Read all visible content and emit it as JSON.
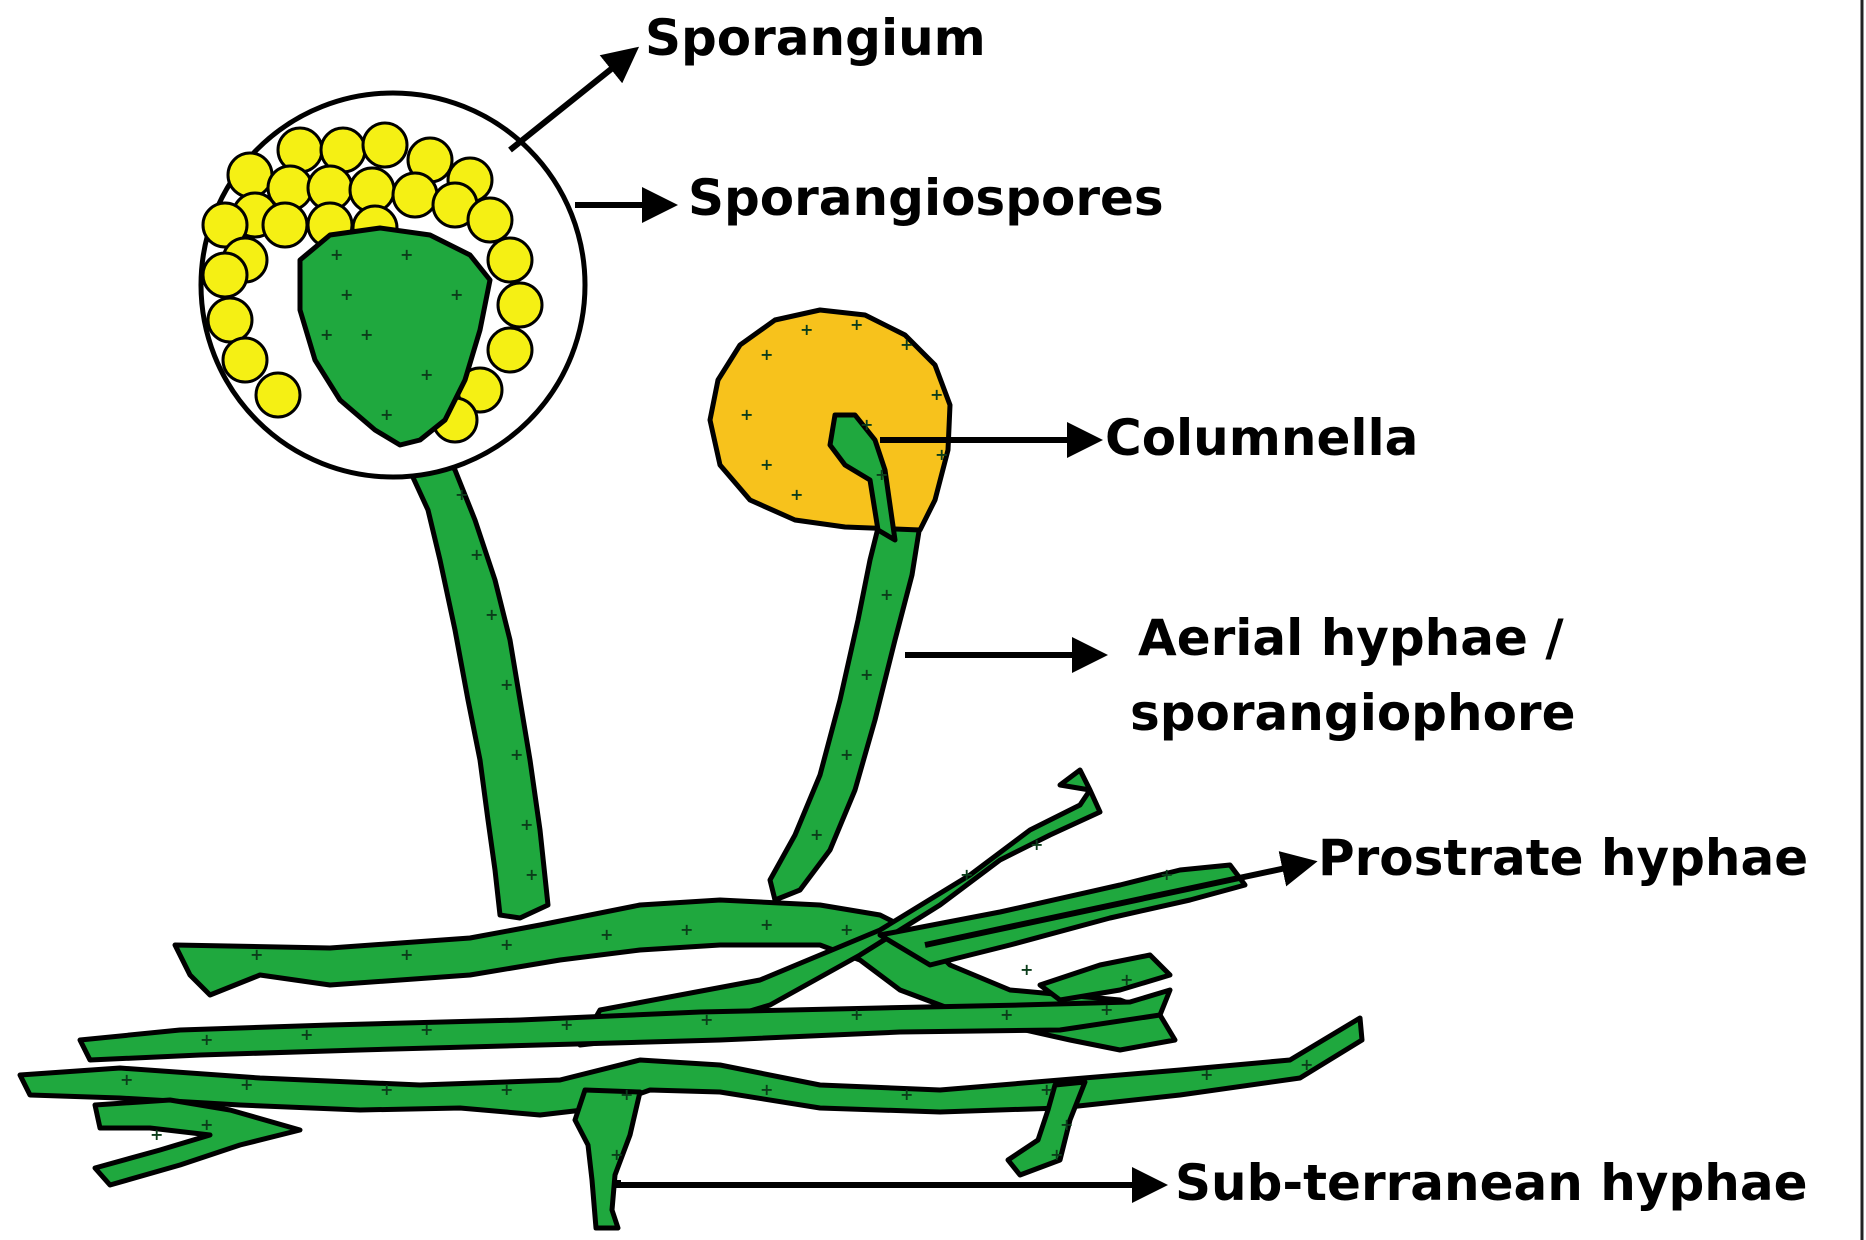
{
  "diagram": {
    "labels": {
      "sporangium": "Sporangium",
      "sporangiospores": "Sporangiospores",
      "columnella": "Columnella",
      "aerial_line1": "Aerial hyphae /",
      "aerial_line2": "sporangiophore",
      "prostrate": "Prostrate hyphae",
      "subterranean": "Sub-terranean hyphae"
    },
    "colors": {
      "hyphae": "#1fa83e",
      "spores": "#f5f014",
      "mature_sporangium": "#f7c21c",
      "outline": "#000000"
    }
  }
}
